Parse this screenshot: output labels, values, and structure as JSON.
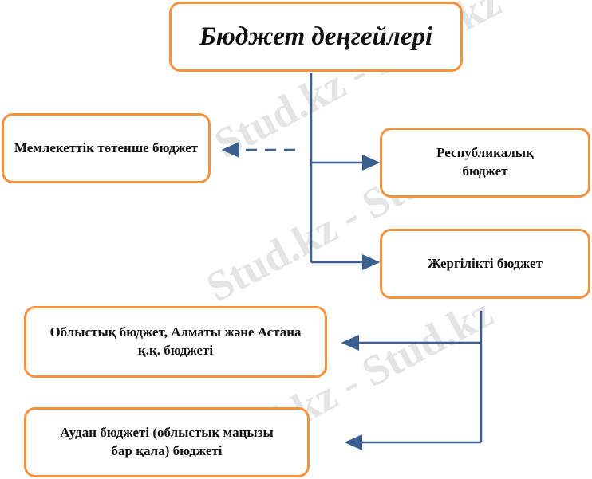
{
  "title": "Бюджет деңгейлері",
  "nodes": {
    "emergency": "Мемлекеттік төтенше бюджет",
    "republican": "Республикалық бюджет",
    "local": "Жергілікті бюджет",
    "regional": "Облыстық бюджет, Алматы және Астана қ.қ. бюджеті",
    "district": "Аудан бюджеті (облыстық маңызы бар қала) бюджеті"
  },
  "watermark": "Stud.kz - Stud.kz",
  "colors": {
    "box_border": "#f5923e",
    "connector": "#3b5f8f"
  }
}
